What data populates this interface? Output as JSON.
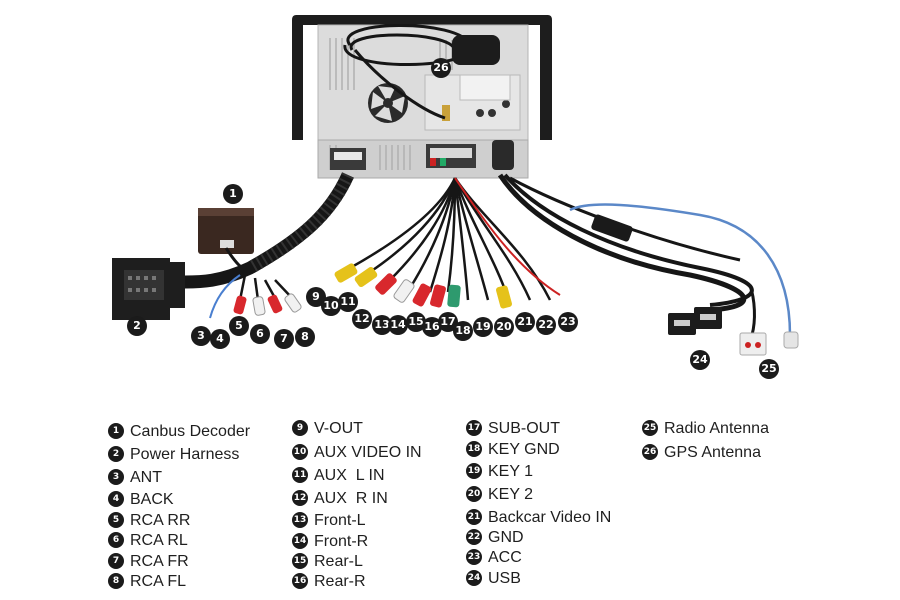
{
  "callouts": [
    "1",
    "2",
    "3",
    "4",
    "5",
    "6",
    "7",
    "8",
    "9",
    "10",
    "11",
    "12",
    "13",
    "14",
    "15",
    "16",
    "17",
    "18",
    "19",
    "20",
    "21",
    "22",
    "23",
    "24",
    "25",
    "26"
  ],
  "legend": {
    "col1": [
      {
        "n": "1",
        "label": "Canbus Decoder"
      },
      {
        "n": "2",
        "label": "Power Harness"
      },
      {
        "n": "3",
        "label": "ANT"
      },
      {
        "n": "4",
        "label": "BACK"
      },
      {
        "n": "5",
        "label": "RCA RR"
      },
      {
        "n": "6",
        "label": "RCA RL"
      },
      {
        "n": "7",
        "label": "RCA FR"
      },
      {
        "n": "8",
        "label": "RCA FL"
      }
    ],
    "col2": [
      {
        "n": "9",
        "label": "V-OUT"
      },
      {
        "n": "10",
        "label": "AUX VIDEO IN"
      },
      {
        "n": "11",
        "label": "AUX  L IN"
      },
      {
        "n": "12",
        "label": "AUX  R IN"
      },
      {
        "n": "13",
        "label": "Front-L"
      },
      {
        "n": "14",
        "label": "Front-R"
      },
      {
        "n": "15",
        "label": "Rear-L"
      },
      {
        "n": "16",
        "label": "Rear-R"
      }
    ],
    "col3": [
      {
        "n": "17",
        "label": "SUB-OUT"
      },
      {
        "n": "18",
        "label": "KEY GND"
      },
      {
        "n": "19",
        "label": "KEY 1"
      },
      {
        "n": "20",
        "label": "KEY 2"
      },
      {
        "n": "21",
        "label": "Backcar Video IN"
      },
      {
        "n": "22",
        "label": "GND"
      },
      {
        "n": "23",
        "label": "ACC"
      },
      {
        "n": "24",
        "label": "USB"
      }
    ],
    "col4": [
      {
        "n": "25",
        "label": "Radio Antenna"
      },
      {
        "n": "26",
        "label": "GPS Antenna"
      }
    ]
  },
  "colors": {
    "cable": "#161616",
    "rca_red": "#d8282d",
    "rca_white": "#f1f1f1",
    "rca_yellow": "#e5c21a",
    "rca_green": "#2e9a6e",
    "antenna_blue": "#5b88c8",
    "unit_body": "#d9d9d9",
    "bezel": "#1d1d1d"
  }
}
